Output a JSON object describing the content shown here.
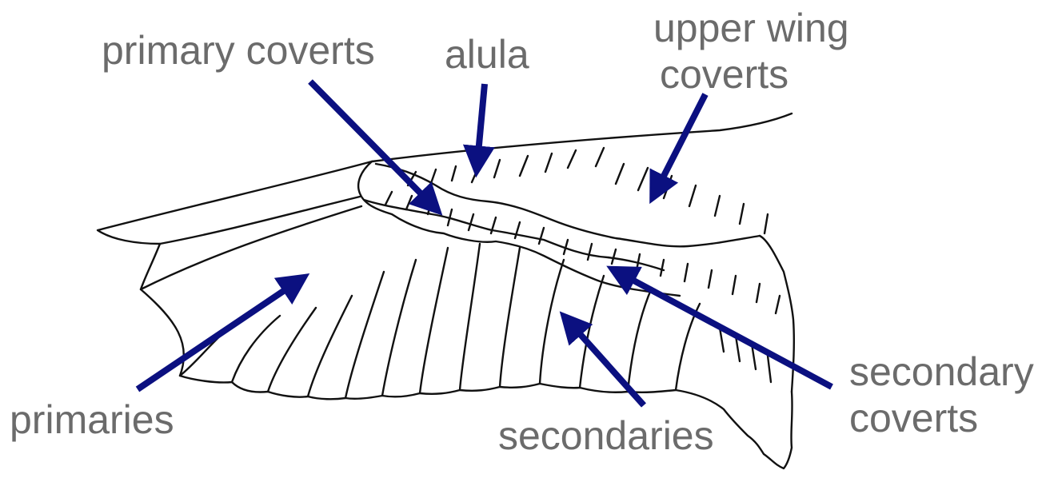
{
  "diagram": {
    "labels": {
      "primary_coverts": "primary coverts",
      "alula": "alula",
      "upper_wing_coverts_line1": "upper wing",
      "upper_wing_coverts_line2": "coverts",
      "secondary_coverts_line1": "secondary",
      "secondary_coverts_line2": "coverts",
      "primaries": "primaries",
      "secondaries": "secondaries"
    },
    "colors": {
      "arrow": "#0b1080",
      "label_text": "#6b6b6b",
      "outline": "#111111",
      "background": "#ffffff"
    }
  }
}
